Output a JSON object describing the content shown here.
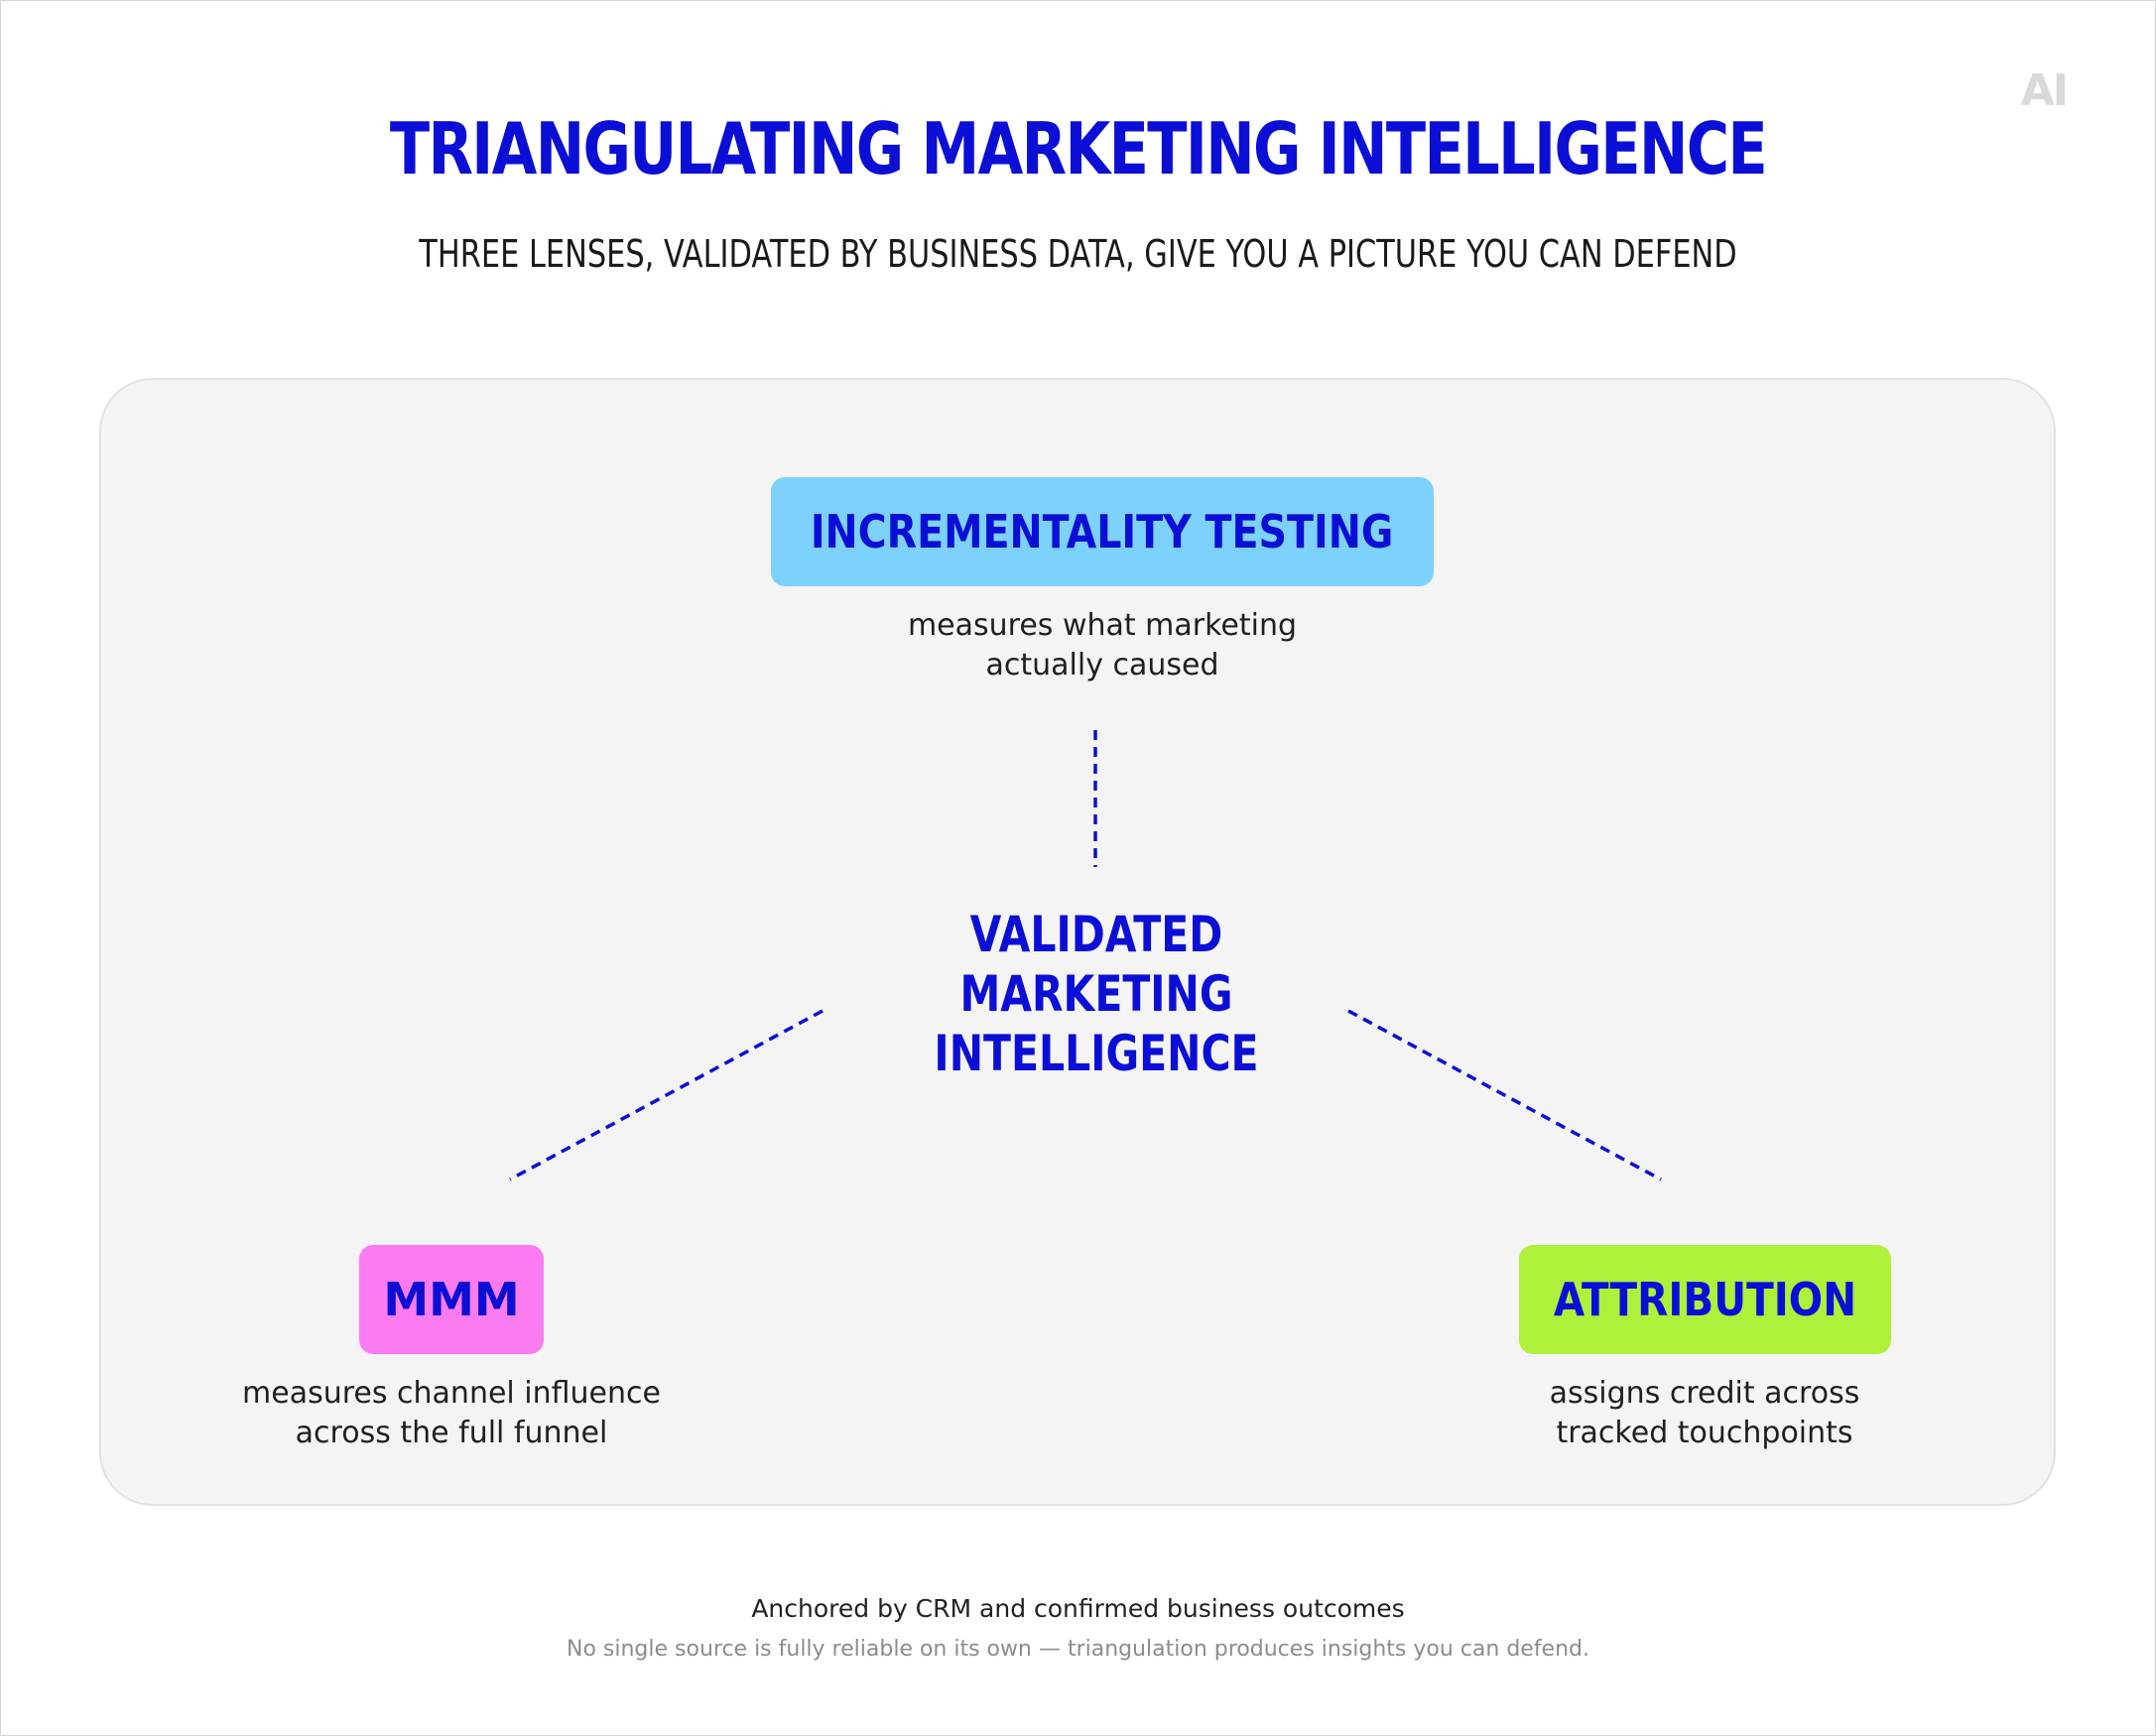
{
  "logo": "AI",
  "header": {
    "title": "TRIANGULATING MARKETING INTELLIGENCE",
    "subtitle": "THREE LENSES, VALIDATED BY BUSINESS DATA, GIVE YOU A PICTURE YOU CAN DEFEND"
  },
  "center": {
    "lines": [
      "VALIDATED",
      "MARKETING",
      "INTELLIGENCE"
    ]
  },
  "nodes": {
    "top": {
      "label": "INCREMENTALITY TESTING",
      "description_lines": [
        "measures what marketing",
        "actually caused"
      ],
      "color": "#7dd1fd"
    },
    "left": {
      "label": "MMM",
      "description_lines": [
        "measures channel influence",
        "across the full funnel"
      ],
      "color": "#fb7cf0"
    },
    "right": {
      "label": "ATTRIBUTION",
      "description_lines": [
        "assigns credit across",
        "tracked touchpoints"
      ],
      "color": "#aff03b"
    }
  },
  "footer": {
    "main": "Anchored by CRM and confirmed business outcomes",
    "note": "No single source is fully reliable on its own — triangulation produces insights you can defend."
  },
  "colors": {
    "accent": "#0b0fd6",
    "panel_background": "#f4f4f4",
    "connector": "#0b0fd6"
  }
}
